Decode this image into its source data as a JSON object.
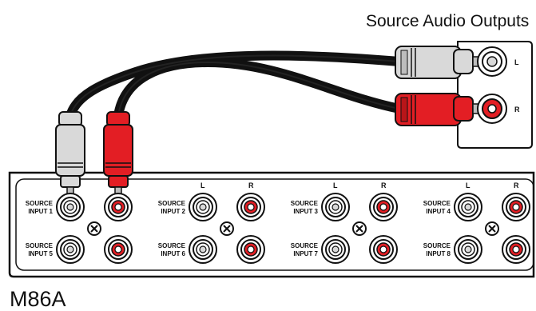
{
  "source_panel": {
    "title": "Source Audio Outputs",
    "left_label": "L",
    "right_label": "R"
  },
  "device": {
    "model": "M86A",
    "column_labels": {
      "left": "L",
      "right": "R"
    },
    "inputs": [
      {
        "line1": "SOURCE",
        "line2": "INPUT 1"
      },
      {
        "line1": "SOURCE",
        "line2": "INPUT 2"
      },
      {
        "line1": "SOURCE",
        "line2": "INPUT 3"
      },
      {
        "line1": "SOURCE",
        "line2": "INPUT 4"
      },
      {
        "line1": "SOURCE",
        "line2": "INPUT 5"
      },
      {
        "line1": "SOURCE",
        "line2": "INPUT 6"
      },
      {
        "line1": "SOURCE",
        "line2": "INPUT 7"
      },
      {
        "line1": "SOURCE",
        "line2": "INPUT 8"
      }
    ]
  },
  "colors": {
    "left_channel": "#d9d9d9",
    "right_channel": "#e31e24",
    "cable": "#111111",
    "outline": "#111111"
  }
}
